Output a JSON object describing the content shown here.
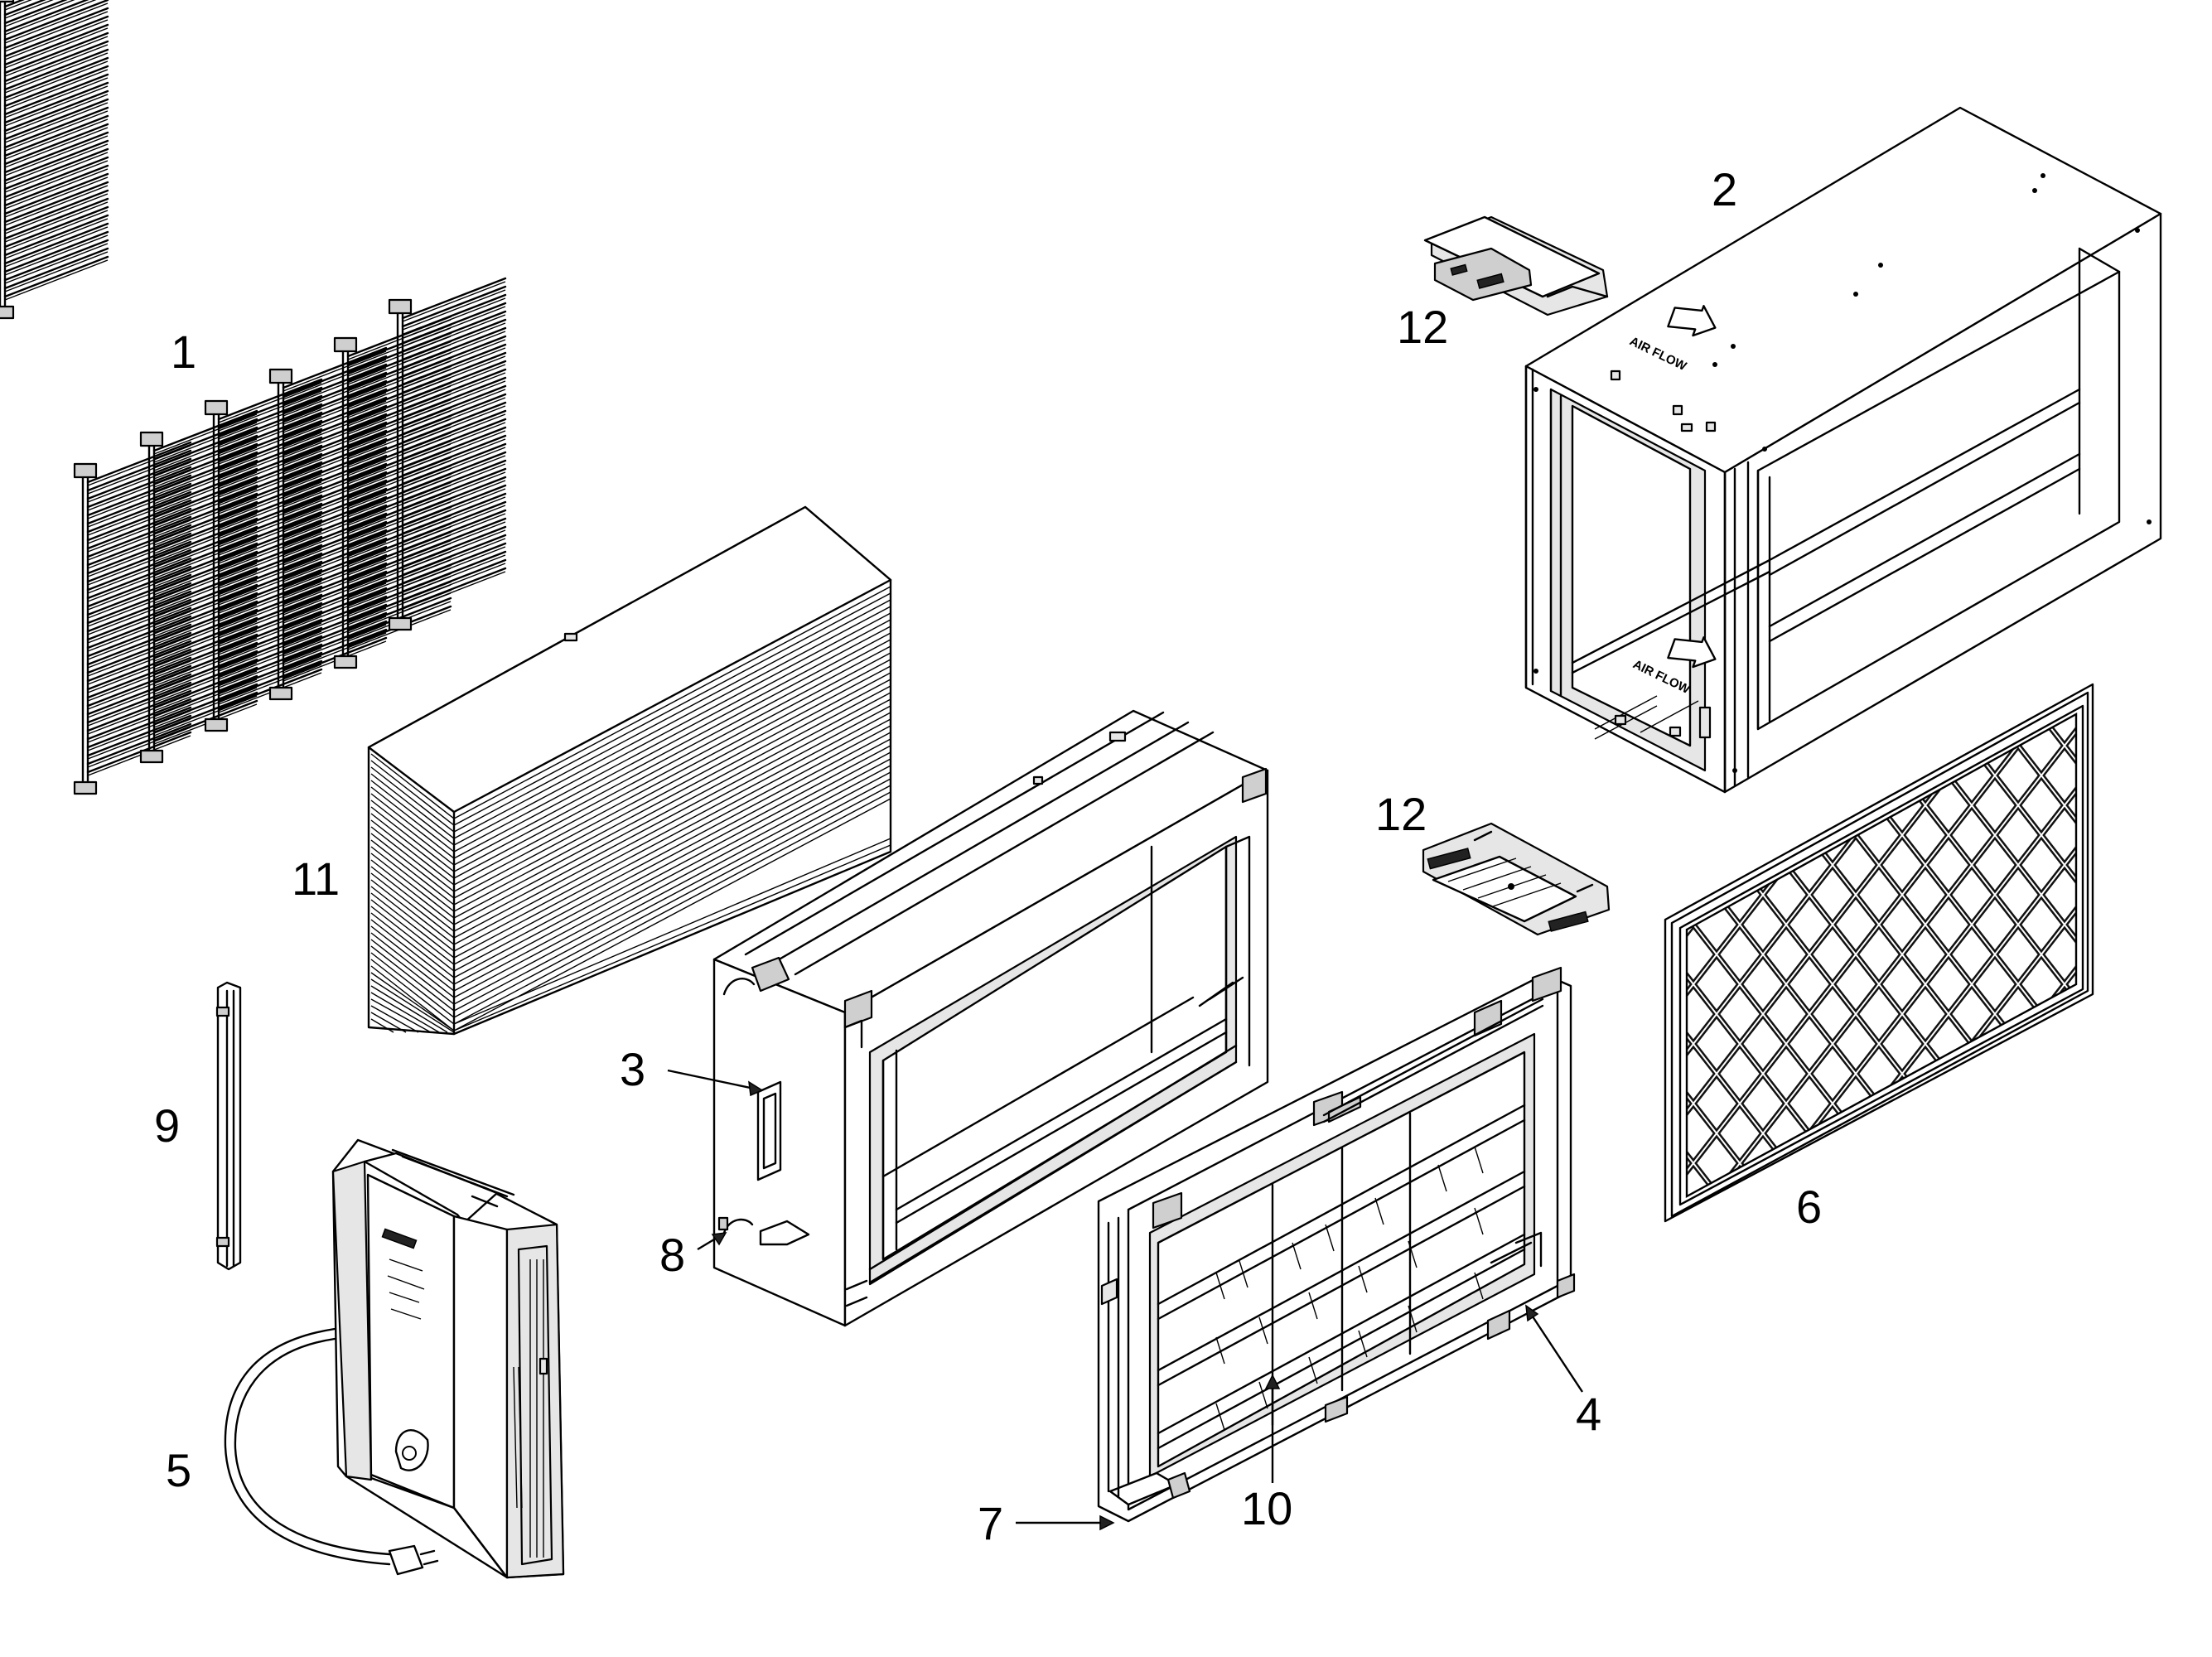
{
  "diagram": {
    "callouts": [
      "1",
      "2",
      "3",
      "4",
      "5",
      "6",
      "7",
      "8",
      "9",
      "10",
      "11",
      "12",
      "12"
    ],
    "markings": {
      "airflow_top": "AIR FLOW",
      "airflow_bottom": "AIR FLOW"
    }
  }
}
